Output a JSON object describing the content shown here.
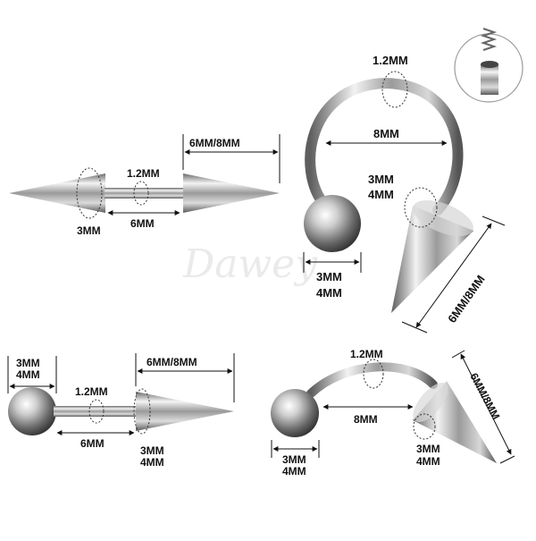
{
  "watermark": "Dawey",
  "fig1": {
    "length": "6MM/8MM",
    "thickness": "1.2MM",
    "bar": "6MM",
    "ball": "3MM"
  },
  "fig2": {
    "thickness": "1.2MM",
    "diameter": "8MM",
    "spike_base_1": "3MM",
    "spike_base_2": "4MM",
    "spike_length": "6MM/8MM",
    "ball_1": "3MM",
    "ball_2": "4MM"
  },
  "fig3": {
    "ball_1": "3MM",
    "ball_2": "4MM",
    "length": "6MM/8MM",
    "thickness": "1.2MM",
    "bar": "6MM",
    "spike_base_1": "3MM",
    "spike_base_2": "4MM"
  },
  "fig4": {
    "thickness": "1.2MM",
    "length_span": "8MM",
    "spike_length": "6MM/8MM",
    "ball_1": "3MM",
    "ball_2": "4MM",
    "spike_base_1": "3MM",
    "spike_base_2": "4MM"
  },
  "icons": {
    "detail": "internal-thread-detail-icon"
  }
}
